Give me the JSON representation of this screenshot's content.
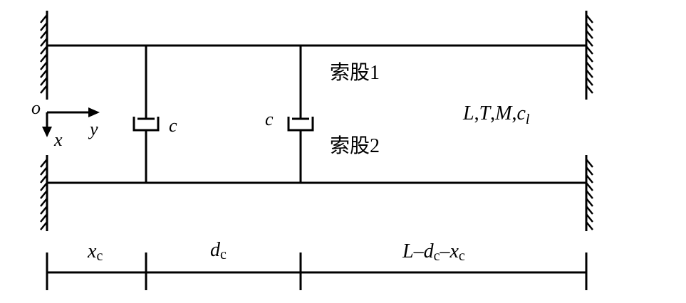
{
  "labels": {
    "strand1": "索股1",
    "strand2": "索股2",
    "params": {
      "L": "L",
      "T": "T",
      "M": "M",
      "c": "c",
      "l": "l",
      "sep": ","
    },
    "damper1": "c",
    "damper2": "c",
    "origin": "o",
    "axis_x": "x",
    "axis_y": "y"
  },
  "dimensions": {
    "seg1": {
      "main": "x",
      "sub": "c"
    },
    "seg2": {
      "main": "d",
      "sub": "c"
    },
    "seg3": {
      "L": "L",
      "dash": "–",
      "d": "d",
      "sub": "c",
      "x": "x"
    }
  },
  "colors": {
    "line": "#000000",
    "background": "#ffffff"
  }
}
